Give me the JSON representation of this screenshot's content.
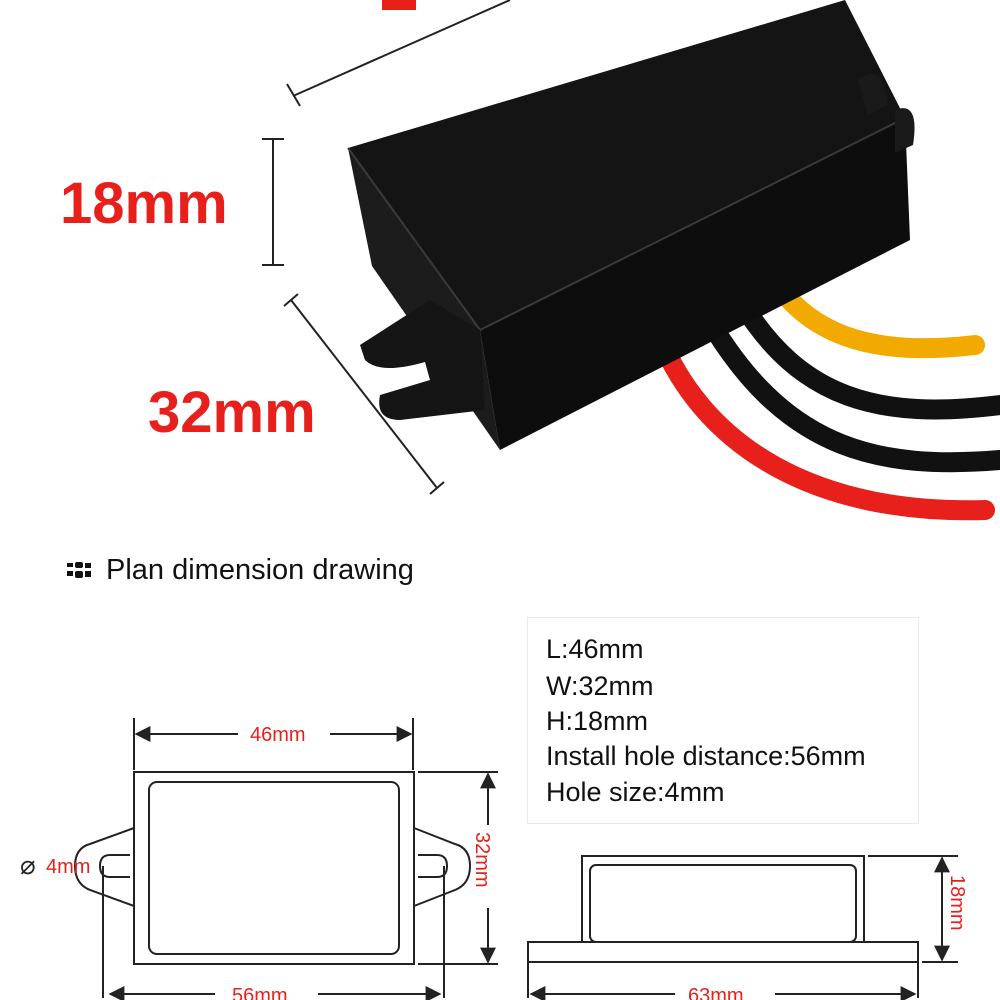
{
  "photo_labels": {
    "height": "18mm",
    "width": "32mm"
  },
  "section": {
    "title": "Plan dimension drawing",
    "icon": "grid-bullet-icon"
  },
  "specs": {
    "length": "L:46mm",
    "width": "W:32mm",
    "height": "H:18mm",
    "hole_distance": "Install hole distance:56mm",
    "hole_size": "Hole size:4mm"
  },
  "drawing_labels": {
    "top_length": "46mm",
    "side_width": "32mm",
    "hole_dia": "4mm",
    "hole_dia_symbol": "⌀",
    "bottom_distance": "56mm",
    "side_height": "18mm",
    "side_length": "63mm"
  },
  "colors": {
    "dimension_red": "#e8201c",
    "wire_yellow": "#f2a900",
    "wire_red": "#e8201c",
    "wire_black": "#111111"
  }
}
